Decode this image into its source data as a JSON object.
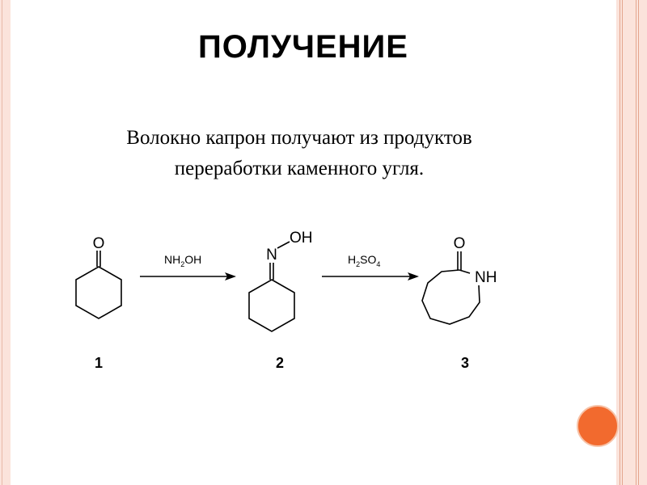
{
  "slide": {
    "title": "ПОЛУЧЕНИЕ",
    "text_line1": "Волокно капрон получают из продуктов",
    "text_line2": "переработки каменного угля."
  },
  "scheme": {
    "compound1": {
      "number": "1",
      "atom_o": "O"
    },
    "arrow1": {
      "reagent_main": "NH",
      "reagent_sub": "2",
      "reagent_tail": "OH"
    },
    "compound2": {
      "number": "2",
      "atom_n": "N",
      "group_oh": "OH"
    },
    "arrow2": {
      "reagent_h": "H",
      "reagent_sub1": "2",
      "reagent_so": "SO",
      "reagent_sub2": "4"
    },
    "compound3": {
      "number": "3",
      "atom_o": "O",
      "group_nh": "NH"
    }
  },
  "colors": {
    "frame": "#fbe3db",
    "accent_circle": "#f26a2e"
  }
}
